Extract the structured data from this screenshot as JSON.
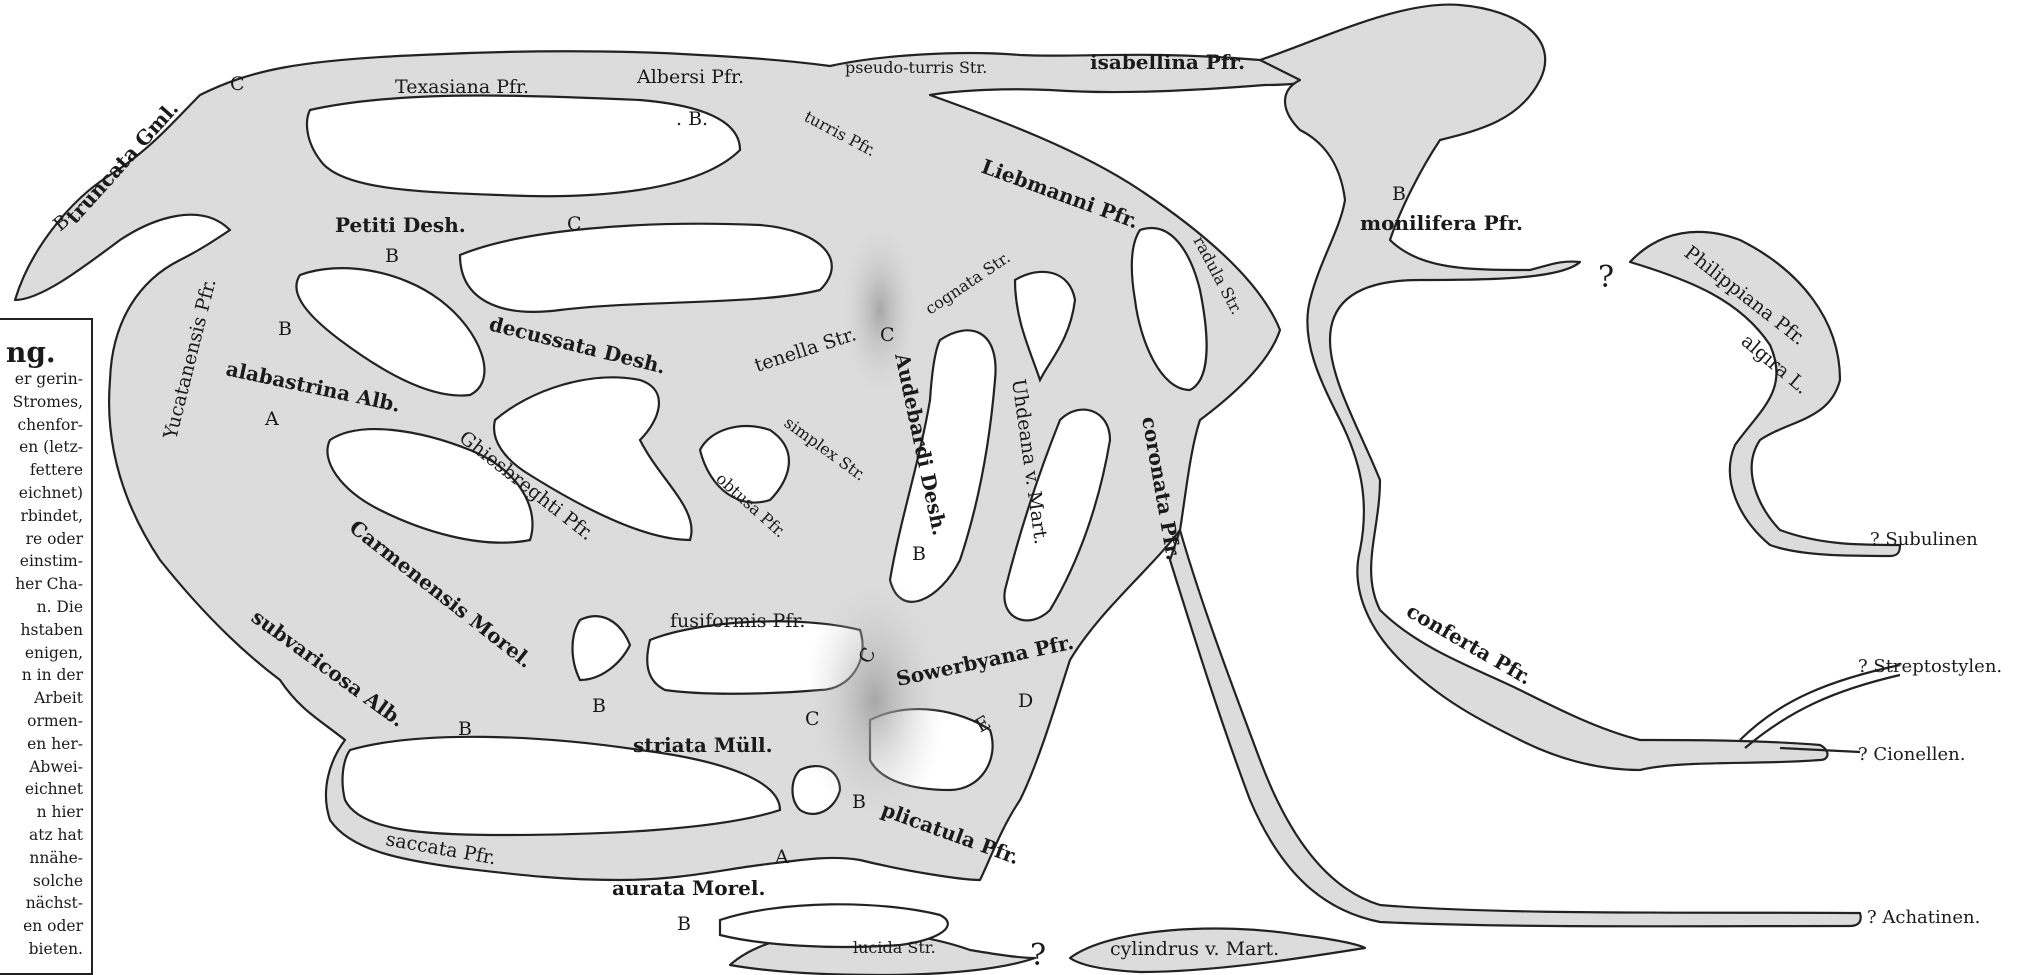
{
  "legend": {
    "title": "ng.",
    "lines": [
      "er gerin-",
      "Stromes,",
      "chenfor-",
      "en (letz-",
      "fettere",
      "eichnet)",
      "rbindet,",
      "re oder",
      "einstim-",
      "her Cha-",
      "n. Die",
      "hstaben",
      "enigen,",
      "n in der",
      "Arbeit",
      "ormen-",
      "en her-",
      "Abwei-",
      "eichnet",
      "n hier",
      "atz hat",
      "nnähe-",
      "solche",
      "nächst-",
      "en oder",
      "bieten."
    ]
  },
  "species": {
    "truncata": "truncata Gml.",
    "texasiana": "Texasiana Pfr.",
    "albersi": "Albersi Pfr.",
    "pseudo_turris": "pseudo-turris Str.",
    "isabellina": "isabellina Pfr.",
    "turris": "turris Pfr.",
    "liebmanni": "Liebmanni Pfr.",
    "radula": "radula Str.",
    "monilifera": "monilifera Pfr.",
    "philippiana": "Philippiana Pfr.",
    "algira": "algira L.",
    "petiti": "Petiti Desh.",
    "yucatanensis": "Yucatanensis Pfr.",
    "alabastrina": "alabastrina Alb.",
    "decussata": "decussata Desh.",
    "tenella": "tenella Str.",
    "cognata": "cognata Str.",
    "simplex": "simplex Str.",
    "obtusa": "obtusa Pfr.",
    "audebardi": "Audebardi Desh.",
    "uhdeana": "Uhdeana v. Mart.",
    "coronata": "coronata Pfr.",
    "ghiesbreghti": "Ghiesbreghti Pfr.",
    "carmenensis": "Carmenensis Morel.",
    "subvaricosa": "subvaricosa Alb.",
    "fusiformis": "fusiformis Pfr.",
    "sowerbyana": "Sowerbyana Pfr.",
    "striata": "striata Müll.",
    "plicatula": "plicatula Pfr.",
    "saccata": "saccata Pfr.",
    "aurata": "aurata Morel.",
    "lucida": "lucida Str.",
    "cylindrus": "cylindrus v. Mart.",
    "conferta": "conferta Pfr."
  },
  "letters": {
    "A": "A",
    "B": "B",
    "C": "C",
    "D": "D",
    "E": "E",
    "dotB": ". B."
  },
  "question": "?",
  "outlets": {
    "subulinen": "? Subulinen",
    "streptostylen": "? Streptostylen.",
    "cionellen": "? Cionellen.",
    "achatinen": "? Achatinen."
  }
}
